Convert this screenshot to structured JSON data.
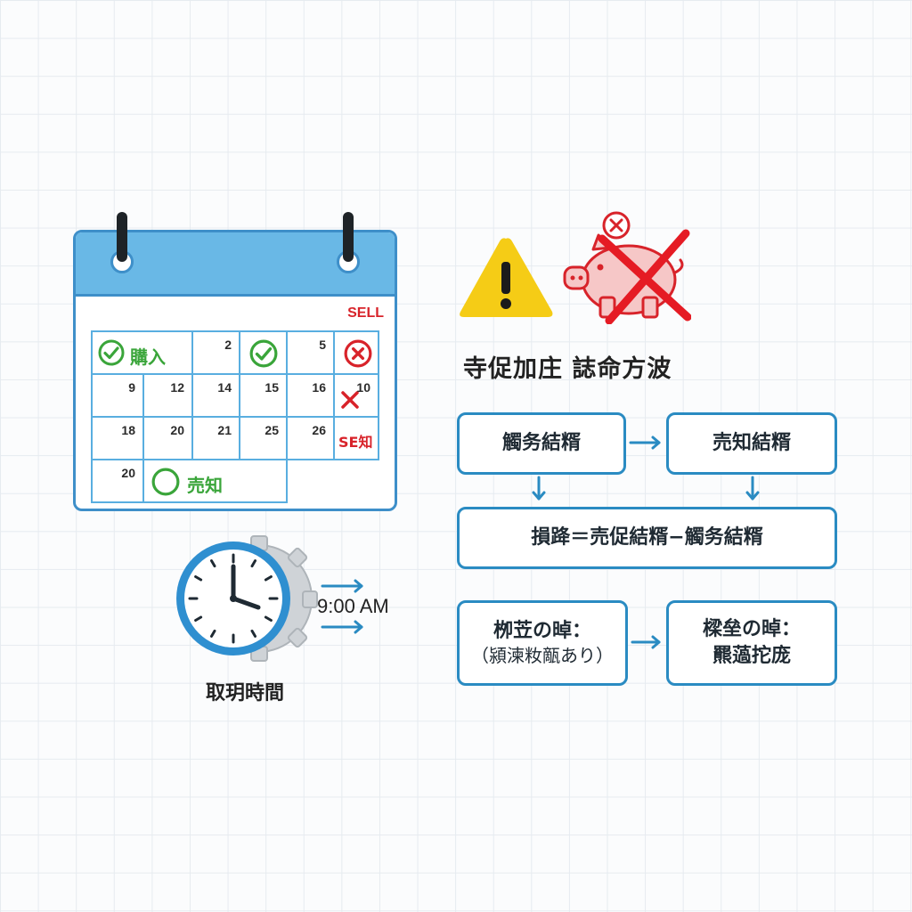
{
  "calendar": {
    "sell_label": "SELL",
    "cells": {
      "buy_first": "購入",
      "d2": "2",
      "d5": "5",
      "d9": "9",
      "d12": "12",
      "d14": "14",
      "d15": "15",
      "d16": "16",
      "d10": "10",
      "d18": "18",
      "d20a": "20",
      "d21": "21",
      "d25": "25",
      "d26": "26",
      "se_sell": "SE知",
      "d20b": "20",
      "sell_last": "売知"
    }
  },
  "clock": {
    "label": "取玥時間",
    "time": "9:00 AM"
  },
  "diagram": {
    "title": "寺促加庄 誌命方波",
    "box_buy": "觸务結糈",
    "box_sell": "売知結糈",
    "box_formula": "損跭＝売促結糈−觸务結糈",
    "box_left_line1": "栁苙の晫：",
    "box_left_line2": "（潁湅籹甋あり）",
    "box_right_line1": "樑垒の晫：",
    "box_right_line2": "羆薖拕庞"
  },
  "colors": {
    "calendar_header": "#69b8e6",
    "calendar_border": "#3e8fc9",
    "buy_green": "#3aa53a",
    "sell_red": "#d8232a",
    "flow_blue": "#2a8bc2",
    "warning_yellow": "#f5cc16",
    "piggy_pink": "#f6c7c7"
  },
  "icons": [
    "calendar-icon",
    "check-circle-icon",
    "x-circle-icon",
    "x-mark-icon",
    "clock-icon",
    "gear-icon",
    "arrow-right-icon",
    "warning-icon",
    "piggy-bank-icon"
  ]
}
